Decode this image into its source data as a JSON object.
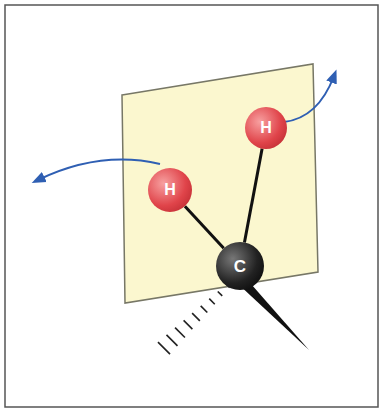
{
  "diagram": {
    "nodes": [
      {
        "text": [
          "H"
        ]
      },
      {
        "text": [
          "H"
        ]
      },
      {
        "text": [
          "C"
        ]
      }
    ],
    "edges": [
      {
        "from": 2,
        "to": 0,
        "arrow": "none"
      },
      {
        "from": 2,
        "to": 1,
        "arrow": "none"
      }
    ]
  }
}
